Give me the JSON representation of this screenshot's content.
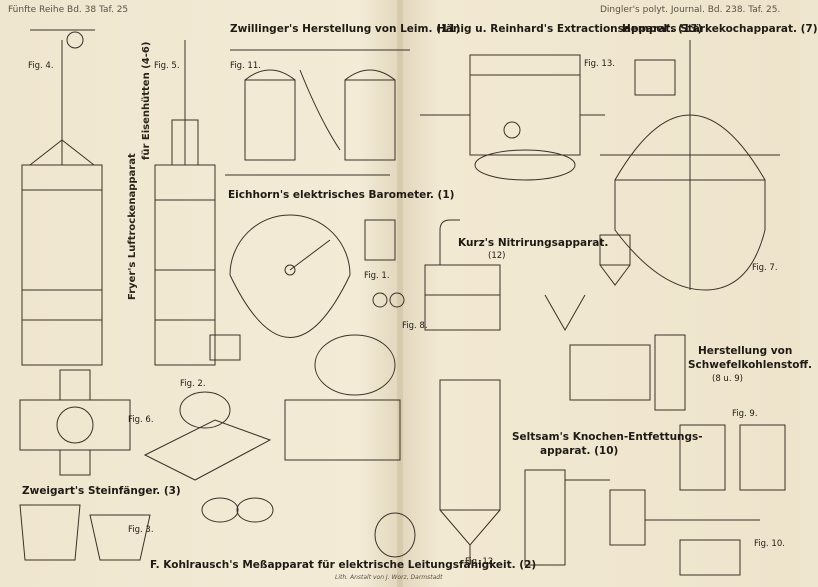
{
  "header": {
    "left": "Fünfte Reihe Bd. 38 Taf. 25",
    "right": "Dingler's polyt. Journal. Bd. 238. Taf. 25."
  },
  "titles": {
    "zwillinger": "Zwillinger's Herstellung von Leim. (11)",
    "haenig": "Hänig u. Reinhard's Extractionsapparat. (13)",
    "hempel": "Hempel's Stärkekochapparat. (7)",
    "eichhorn": "Eichhorn's elektrisches Barometer. (1)",
    "kurz": "Kurz's Nitrirungsapparat.",
    "kurz_num": "(12)",
    "fryer_a": "Fryer's Luftrockenapparat",
    "fryer_b": "für Eisenhütten (4-6)",
    "schwefel_a": "Herstellung von",
    "schwefel_b": "Schwefelkohlenstoff.",
    "schwefel_num": "(8 u. 9)",
    "seltsam_a": "Seltsam's Knochen-Entfettungs-",
    "seltsam_b": "apparat. (10)",
    "zweigart": "Zweigart's Steinfänger. (3)",
    "kohlrausch": "F. Kohlrausch's Meßapparat für elektrische Leitungsfähigkeit. (2)"
  },
  "figures": {
    "f4": "Fig. 4.",
    "f5": "Fig. 5.",
    "f11": "Fig. 11.",
    "f13": "Fig. 13.",
    "f7": "Fig. 7.",
    "f1": "Fig. 1.",
    "f8": "Fig. 8.",
    "f2": "Fig. 2.",
    "f6": "Fig. 6.",
    "f3": "Fig. 3.",
    "f12": "Fig. 12.",
    "f9": "Fig. 9.",
    "f10": "Fig. 10."
  },
  "footer": "Lith. Anstalt von J. Worz, Darmstadt"
}
